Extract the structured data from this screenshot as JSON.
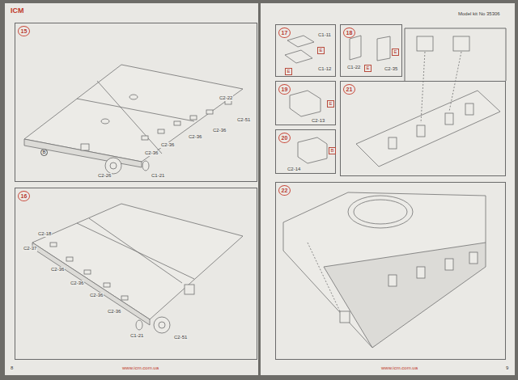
{
  "diagram": {
    "nodes": [
      {
        "text": [
          "15"
        ]
      },
      {
        "text": [
          "16"
        ]
      },
      {
        "text": [
          "17"
        ]
      },
      {
        "text": [
          "18"
        ]
      },
      {
        "text": [
          "19"
        ]
      },
      {
        "text": [
          "20"
        ]
      },
      {
        "text": [
          "21"
        ]
      },
      {
        "text": [
          "22"
        ]
      }
    ],
    "labels": [
      "ICM",
      "Model kit No 35306",
      "8",
      "www.icm.com.ua",
      "9",
      "www.icm.com.ua",
      "C2-22",
      "C2-51",
      "C2-36",
      "C2-36",
      "C2-36",
      "C2-36",
      "C2-26",
      "C1-21",
      "B",
      "C2-18",
      "C2-37",
      "C2-36",
      "C2-36",
      "C2-36",
      "C2-36",
      "C1-21",
      "C2-51",
      "C1-11",
      "E",
      "C1-12",
      "E",
      "C1-22",
      "E",
      "C2-35",
      "E",
      "C2-13",
      "E",
      "C2-14",
      "B"
    ]
  }
}
